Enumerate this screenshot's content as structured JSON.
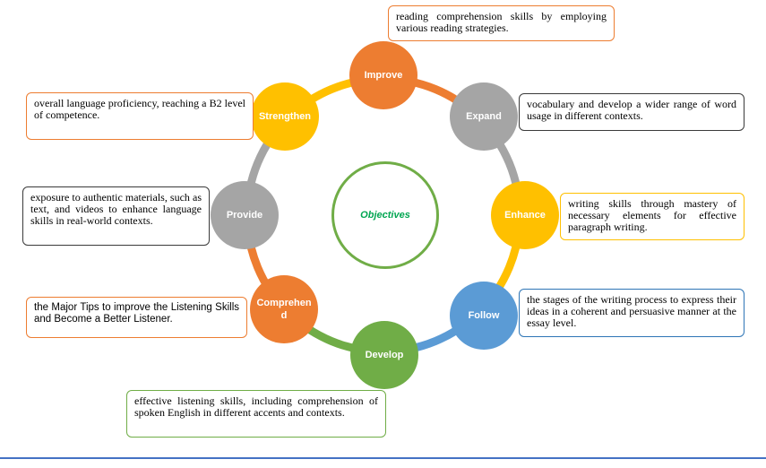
{
  "center": {
    "label": "Objectives"
  },
  "nodes": [
    {
      "id": "improve",
      "label": "Improve",
      "color": "#ed7d31"
    },
    {
      "id": "expand",
      "label": "Expand",
      "color": "#a5a5a5"
    },
    {
      "id": "enhance",
      "label": "Enhance",
      "color": "#ffc000"
    },
    {
      "id": "follow",
      "label": "Follow",
      "color": "#5b9bd5"
    },
    {
      "id": "develop",
      "label": "Develop",
      "color": "#70ad47"
    },
    {
      "id": "comprehend",
      "label": "Comprehen d",
      "color": "#ed7d31"
    },
    {
      "id": "provide",
      "label": "Provide",
      "color": "#a5a5a5"
    },
    {
      "id": "strengthen",
      "label": "Strengthen",
      "color": "#ffc000"
    }
  ],
  "boxes": {
    "improve": {
      "text": "reading comprehension skills by employing various reading strategies.",
      "border": "#ed7d31"
    },
    "expand": {
      "text": "vocabulary and develop a wider range of word usage in different contexts.",
      "border": "#3a3a3a"
    },
    "enhance": {
      "text": " writing skills through mastery of necessary elements for effective paragraph writing.",
      "border": "#ffc000"
    },
    "follow": {
      "text": "the stages of the writing process to express their ideas in a coherent and persuasive manner at the essay level.",
      "border": "#2e75b6"
    },
    "develop": {
      "text": "effective listening skills, including comprehension of spoken English in different accents and contexts.",
      "border": "#70ad47"
    },
    "comprehend": {
      "text": "the Major Tips to improve the Listening Skills and Become a Better Listener.",
      "border": "#ed7d31"
    },
    "provide": {
      "text": "exposure to authentic materials, such as text, and videos to enhance language skills in real-world contexts.",
      "border": "#3a3a3a"
    },
    "strengthen": {
      "text": "overall language proficiency, reaching a B2 level of competence.",
      "border": "#ed7d31"
    }
  },
  "colors": {
    "ring_segments": [
      "#ed7d31",
      "#a5a5a5",
      "#ffc000",
      "#5b9bd5",
      "#70ad47",
      "#ed7d31",
      "#a5a5a5",
      "#ffc000"
    ],
    "center_border": "#70ad47",
    "center_text": "#00a651",
    "bottom_rule": "#4472c4"
  }
}
